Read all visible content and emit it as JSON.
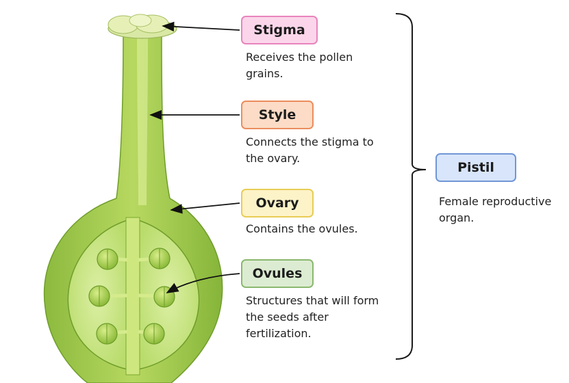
{
  "labels": {
    "stigma": {
      "title": "Stigma",
      "description": "Receives the pollen grains.",
      "bg": "#fbd6ea",
      "border": "#e884bd"
    },
    "style": {
      "title": "Style",
      "description": "Connects the stigma to the ovary.",
      "bg": "#fcdcc6",
      "border": "#eb8d5e"
    },
    "ovary": {
      "title": "Ovary",
      "description": "Contains the ovules.",
      "bg": "#fdf3c8",
      "border": "#e8cc55"
    },
    "ovules": {
      "title": "Ovules",
      "description": "Structures that will form the seeds after fertilization.",
      "bg": "#dcecd2",
      "border": "#89b86e"
    },
    "pistil": {
      "title": "Pistil",
      "description": "Female reproductive organ.",
      "bg": "#d8e5fa",
      "border": "#6f97d6"
    }
  }
}
